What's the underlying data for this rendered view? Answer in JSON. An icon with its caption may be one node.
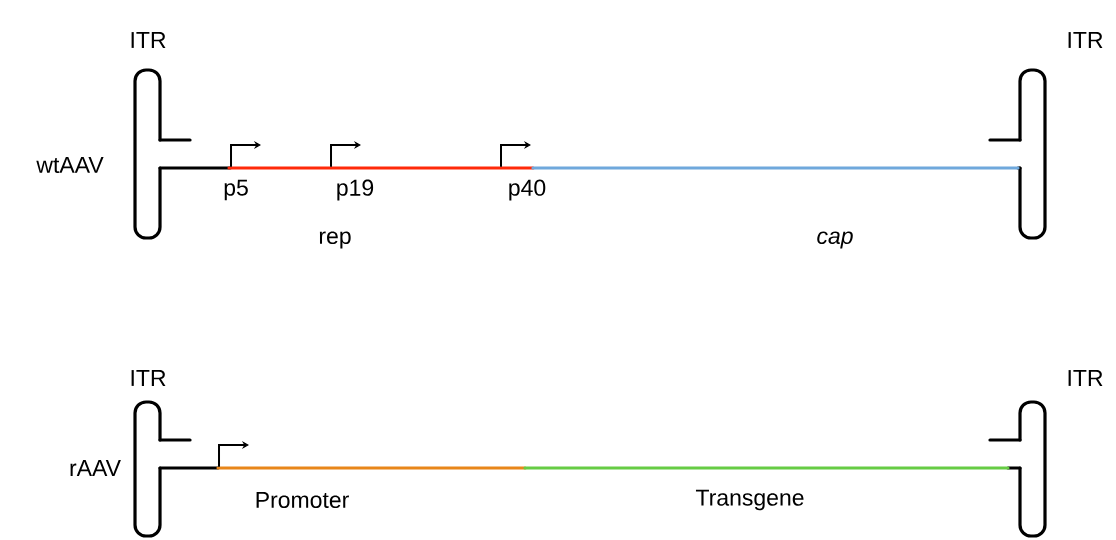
{
  "diagram": {
    "labels": [
      "ITR",
      "ITR",
      "wtAAV",
      "p5",
      "p19",
      "p40",
      "rep",
      "cap",
      "ITR",
      "ITR",
      "rAAV",
      "Promoter",
      "Transgene"
    ]
  }
}
